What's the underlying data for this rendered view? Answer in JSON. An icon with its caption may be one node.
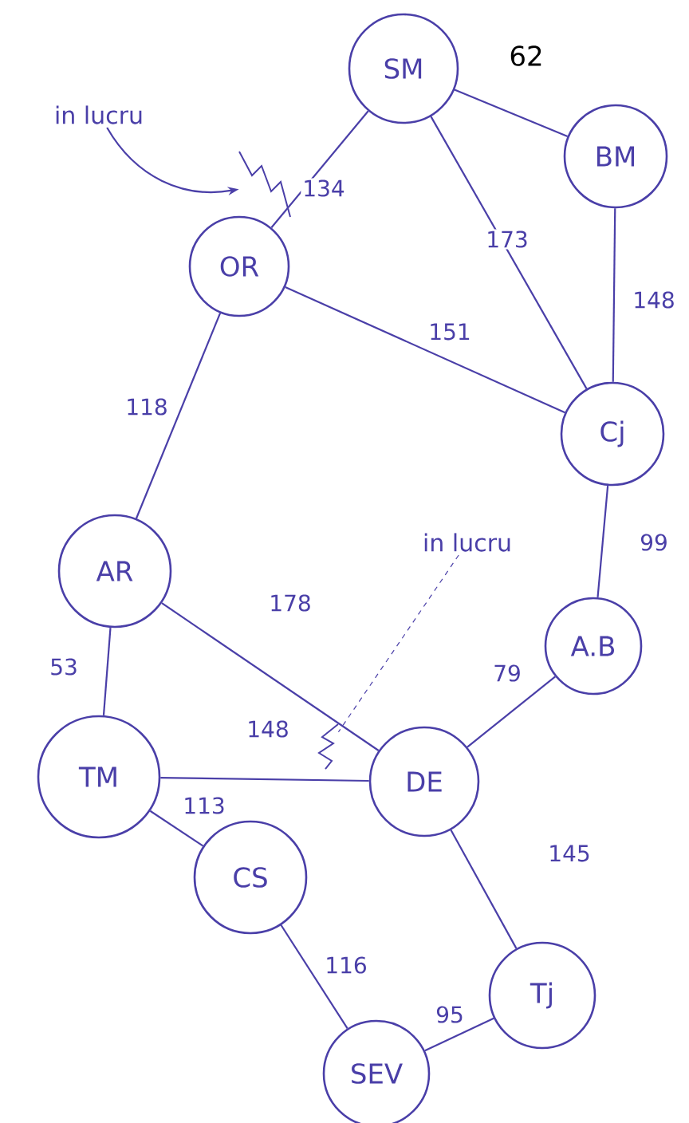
{
  "diagram": {
    "nodes": [
      {
        "text": [
          "SM"
        ]
      },
      {
        "text": [
          "BM"
        ]
      },
      {
        "text": [
          "in lucru"
        ]
      },
      {
        "text": [],
        "shape": "zigzag"
      },
      {
        "text": [
          "OR"
        ]
      },
      {
        "text": [
          "Cj"
        ]
      },
      {
        "text": [
          "in lucru"
        ]
      },
      {
        "text": [
          "AR"
        ]
      },
      {
        "text": [
          "A.B"
        ]
      },
      {
        "text": [],
        "shape": "zigzag"
      },
      {
        "text": [
          "TM"
        ]
      },
      {
        "text": [
          "DE"
        ]
      },
      {
        "text": [
          "CS"
        ]
      },
      {
        "text": [
          "Tj"
        ]
      },
      {
        "text": [
          "SEV"
        ]
      }
    ],
    "edges": [
      {
        "from": 0,
        "to": 1,
        "arrow": "none",
        "label": "62"
      },
      {
        "from": 0,
        "to": 4,
        "arrow": "none",
        "label": "134"
      },
      {
        "from": 0,
        "to": 5,
        "arrow": "none",
        "label": "173"
      },
      {
        "from": 1,
        "to": 5,
        "arrow": "none",
        "label": "148"
      },
      {
        "from": 4,
        "to": 5,
        "arrow": "none",
        "label": "151"
      },
      {
        "from": 4,
        "to": 7,
        "arrow": "none",
        "label": "118"
      },
      {
        "from": 5,
        "to": 8,
        "arrow": "none",
        "label": "99"
      },
      {
        "from": 7,
        "to": 10,
        "arrow": "none",
        "label": "53"
      },
      {
        "from": 7,
        "to": 11,
        "arrow": "none",
        "label": "178"
      },
      {
        "from": 8,
        "to": 11,
        "arrow": "none",
        "label": "79"
      },
      {
        "from": 10,
        "to": 11,
        "arrow": "none",
        "label": "148"
      },
      {
        "from": 10,
        "to": 12,
        "arrow": "none",
        "label": "113"
      },
      {
        "from": 11,
        "to": 13,
        "arrow": "none",
        "label": "145"
      },
      {
        "from": 12,
        "to": 14,
        "arrow": "none",
        "label": "116"
      },
      {
        "from": 14,
        "to": 13,
        "arrow": "none",
        "label": "95"
      },
      {
        "from": 2,
        "to": 3,
        "arrow": "to"
      },
      {
        "from": 6,
        "to": 9,
        "arrow": "none",
        "style": "dashed"
      }
    ]
  }
}
